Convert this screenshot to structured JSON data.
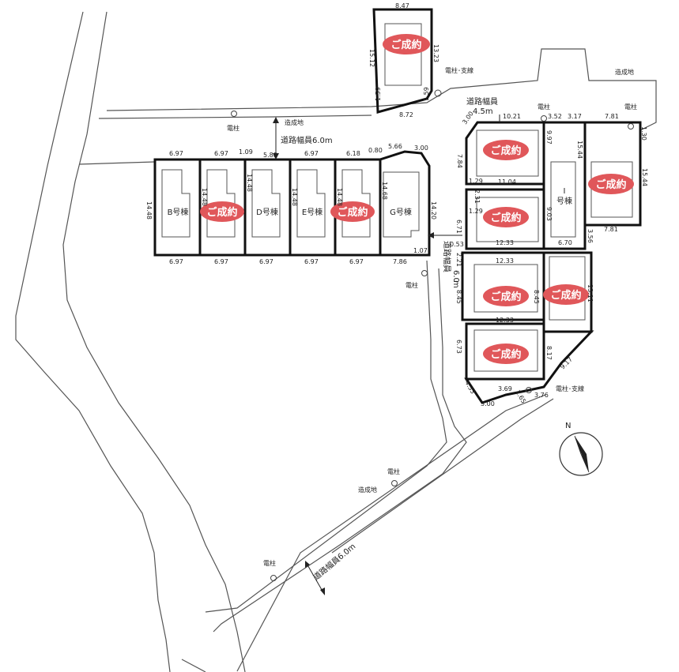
{
  "road_labels": {
    "main_top": "道路幅員6.0m",
    "main_bottom": "道路幅員6.0m",
    "side_vertical_a": "道路幅員",
    "side_vertical_b": "6.0",
    "side_vertical_c": "m",
    "upper_right_a": "道路幅員",
    "upper_right_b": "4.5m"
  },
  "poles": {
    "pole": "電柱",
    "pole_branch": "電柱･支線"
  },
  "zosei": "造成地",
  "north": "N",
  "sold_label": "ご成約",
  "lots": {
    "B": "B号棟",
    "D": "D号棟",
    "E": "E号棟",
    "G": "G号棟",
    "I_top": "I",
    "I_bottom": "号棟"
  },
  "dims": {
    "top_lot_top": "8.47",
    "top_lot_left": "15.12",
    "top_lot_right": "13.23",
    "top_lot_b1": "1.59",
    "top_lot_b2": "1.59",
    "top_lot_b3": "8.72",
    "row_top_1": "6.97",
    "row_top_2": "6.97",
    "row_top_3": "1.09",
    "row_top_4": "5.88",
    "row_top_5": "6.97",
    "row_top_6": "6.18",
    "row_top_7": "0.80",
    "row_top_8": "5.66",
    "row_top_9": "3.00",
    "row_left": "14.48",
    "row_mid_1": "14.48",
    "row_mid_2": "14.48",
    "row_mid_3": "14.48",
    "row_mid_4": "14.48",
    "row_mid_5": "14.68",
    "row_right": "14.20",
    "row_bot_1": "6.97",
    "row_bot_2": "6.97",
    "row_bot_3": "6.97",
    "row_bot_4": "6.97",
    "row_bot_5": "6.97",
    "row_bot_6": "7.86",
    "row_bot_7": "1.07",
    "r_3_00": "3.00",
    "r_10_21": "10.21",
    "r_3_52": "3.52",
    "r_3_17": "3.17",
    "r_7_81_top": "7.81",
    "r_1_30": "1.30",
    "r_7_84": "7.84",
    "r_11_04": "11.04",
    "r_9_97": "9.97",
    "r_15_44_a": "15.44",
    "r_15_44_b": "15.44",
    "r_1_29_a": "1.29",
    "r_2_31": "2.31",
    "r_1_29_b": "1.29",
    "r_9_03": "9.03",
    "r_7_81_bot": "7.81",
    "r_6_71": "6.71",
    "r_12_33_a": "12.33",
    "r_6_70": "6.70",
    "r_3_56": "3.56",
    "r_0_53": "0.53",
    "r_2_21": "2.21",
    "r_12_33_b": "12.33",
    "r_8_45_a": "8.45",
    "r_8_45_b": "8.45",
    "r_13_11": "13.11",
    "r_12_33_c": "12.33",
    "r_6_73": "6.73",
    "r_8_17": "8.17",
    "r_9_17": "9.17",
    "r_4_33": "4.33",
    "r_3_69": "3.69",
    "r_2_65": "2.65",
    "r_3_76": "3.76",
    "r_3_00_b": "3.00"
  },
  "colors": {
    "sold": "#e0575a",
    "lot_line": "#111111"
  }
}
